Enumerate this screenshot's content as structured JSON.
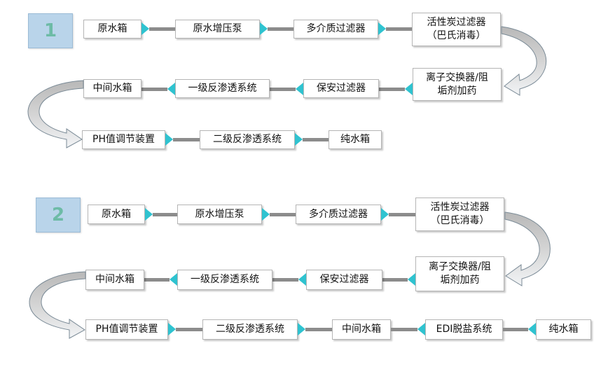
{
  "diagram_1": {
    "number": "1",
    "row1": [
      "原水箱",
      "原水增压泵",
      "多介质过滤器",
      "活性炭过滤器",
      "（巴氏消毒）"
    ],
    "row2": [
      "离子交换器/阻",
      "垢剂加药",
      "保安过滤器",
      "一级反渗透系统",
      "中间水箱"
    ],
    "row3": [
      "PH值调节装置",
      "二级反渗透系统",
      "纯水箱"
    ]
  },
  "diagram_2": {
    "number": "2",
    "row1": [
      "原水箱",
      "原水增压泵",
      "多介质过滤器",
      "活性炭过滤器",
      "（巴氏消毒）"
    ],
    "row2": [
      "离子交换器/阻",
      "垢剂加药",
      "保安过滤器",
      "一级反渗透系统",
      "中间水箱"
    ],
    "row3": [
      "PH值调节装置",
      "二级反渗透系统",
      "中间水箱",
      "EDI脱盐系统",
      "纯水箱"
    ]
  },
  "colors": {
    "connector": "#8c8c8c",
    "arrowhead": "#2fc3d0",
    "badge_fill": "#b9d4ea",
    "badge_text": "#6dbba6",
    "arc_fill": "#c6c6c6"
  }
}
